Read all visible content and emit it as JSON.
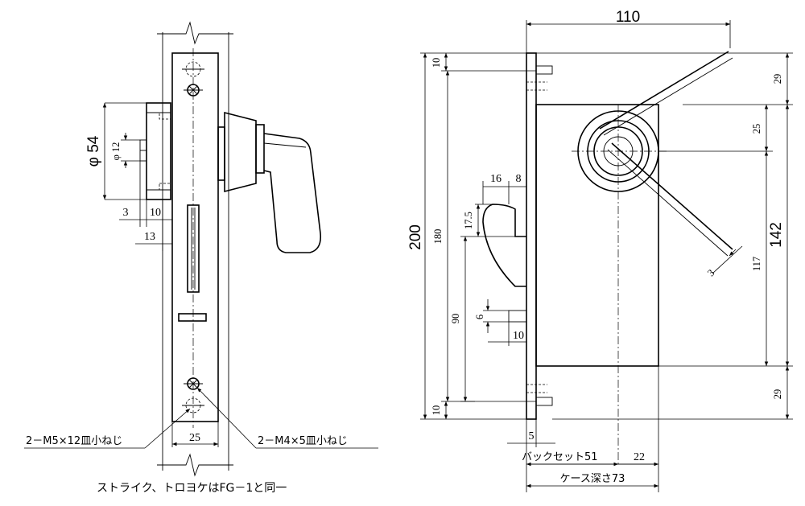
{
  "dimensions": {
    "width_110": "110",
    "height_200": "200",
    "height_180": "180",
    "height_142": "142",
    "height_117": "117",
    "top_29": "29",
    "bottom_29": "29",
    "cyl_25": "25",
    "top_10": "10",
    "bottom_10": "10",
    "latch_16": "16",
    "latch_8": "8",
    "latch_175": "17.5",
    "dead_90": "90",
    "pin_6": "6",
    "pin_10": "10",
    "handle_3": "3",
    "face_5": "5",
    "offset_22": "22",
    "phi54": "φ 54",
    "phi12": "φ 12",
    "esc_3": "3",
    "esc_10": "10",
    "esc_13": "13",
    "front_25": "25"
  },
  "labels": {
    "backset": "バックセット51",
    "case_depth": "ケース深さ73",
    "screw_left": "2－M5×12皿小ねじ",
    "screw_right": "2－M4×5皿小ねじ",
    "caption": "ストライク、トロヨケはFG－1と同一"
  }
}
